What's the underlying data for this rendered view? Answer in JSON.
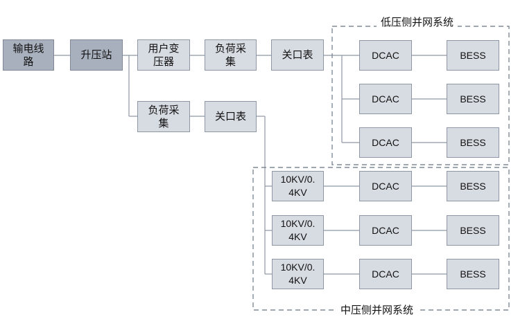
{
  "groups": {
    "low_voltage": {
      "label": "低压侧并网系统"
    },
    "mid_voltage": {
      "label": "中压侧并网系统"
    }
  },
  "boxes": {
    "transmission_line": "输电线\n路",
    "booster_station": "升压站",
    "user_transformer": "用户变\n压器",
    "load_collect_1": "负荷采\n集",
    "gateway_meter_1": "关口表",
    "load_collect_2": "负荷采\n集",
    "gateway_meter_2": "关口表",
    "lv_dcac_1": "DCAC",
    "lv_dcac_2": "DCAC",
    "lv_dcac_3": "DCAC",
    "lv_bess_1": "BESS",
    "lv_bess_2": "BESS",
    "lv_bess_3": "BESS",
    "mv_transformer_1": "10KV/0.\n4KV",
    "mv_transformer_2": "10KV/0.\n4KV",
    "mv_transformer_3": "10KV/0.\n4KV",
    "mv_dcac_1": "DCAC",
    "mv_dcac_2": "DCAC",
    "mv_dcac_3": "DCAC",
    "mv_bess_1": "BESS",
    "mv_bess_2": "BESS",
    "mv_bess_3": "BESS"
  },
  "colors": {
    "box_fill": "#d7dbe2",
    "box_fill_dark": "#a9b0bd",
    "box_border": "#8e96a3",
    "line": "#8e96a3",
    "dashed_border": "#7f8a96"
  }
}
